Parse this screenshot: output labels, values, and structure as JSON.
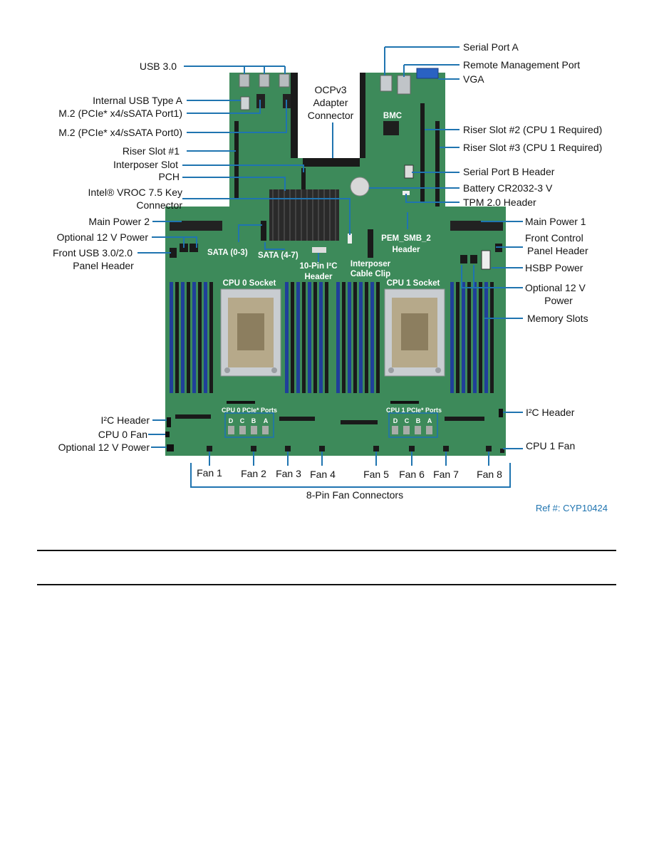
{
  "labels": {
    "serial_port_a": "Serial Port A",
    "remote_mgmt": "Remote Management Port",
    "vga": "VGA",
    "usb30": "USB 3.0",
    "ocp_1": "OCPv3",
    "ocp_2": "Adapter",
    "ocp_3": "Connector",
    "internal_usb": "Internal USB Type A",
    "m2_port1": "M.2 (PCIe* x4/sSATA Port1)",
    "m2_port0": "M.2 (PCIe* x4/sSATA Port0)",
    "riser1": "Riser Slot #1",
    "interposer_slot": "Interposer Slot",
    "pch": "PCH",
    "vroc_1": "Intel® VROC 7.5 Key",
    "vroc_2": "Connector",
    "main_power_2": "Main Power 2",
    "opt12v_left": "Optional 12 V Power",
    "front_usb_1": "Front USB 3.0/2.0",
    "front_usb_2": "Panel Header",
    "bmc": "BMC",
    "riser2": "Riser Slot #2 (CPU 1 Required)",
    "riser3": "Riser Slot #3 (CPU 1 Required)",
    "serial_b": "Serial Port B Header",
    "battery": "Battery CR2032-3 V",
    "tpm": "TPM 2.0 Header",
    "main_power_1": "Main Power 1",
    "front_ctrl_1": "Front Control",
    "front_ctrl_2": "Panel Header",
    "hsbp": "HSBP Power",
    "opt12v_right_1": "Optional 12 V",
    "opt12v_right_2": "Power",
    "memory_slots": "Memory Slots",
    "sata03": "SATA (0-3)",
    "sata47": "SATA (4-7)",
    "i2c10_1": "10-Pin I²C",
    "i2c10_2": "Header",
    "interposer_clip_1": "Interposer",
    "interposer_clip_2": "Cable Clip",
    "pem_1": "PEM_SMB_2",
    "pem_2": "Header",
    "cpu0_socket": "CPU 0 Socket",
    "cpu1_socket": "CPU 1 Socket",
    "cpu0_pcie": "CPU 0 PCIe* Ports",
    "cpu1_pcie": "CPU 1 PCIe* Ports",
    "port_letters": [
      "D",
      "C",
      "B",
      "A"
    ],
    "i2c_left": "I²C Header",
    "cpu0_fan": "CPU 0 Fan",
    "opt12v_bottom": "Optional 12 V Power",
    "i2c_right": "I²C Header",
    "cpu1_fan": "CPU 1 Fan",
    "fans": [
      "Fan 1",
      "Fan 2",
      "Fan 3",
      "Fan 4",
      "Fan 5",
      "Fan 6",
      "Fan 7",
      "Fan 8"
    ],
    "fan_connectors": "8-Pin Fan Connectors",
    "ref": "Ref #: CYP10424"
  },
  "colors": {
    "board": "#3d8a5a",
    "callout": "#1f74b0",
    "dimm_blue": "#1f3f9a",
    "dimm_black": "#1a1a1a",
    "heatsink": "#2a2a2a"
  }
}
